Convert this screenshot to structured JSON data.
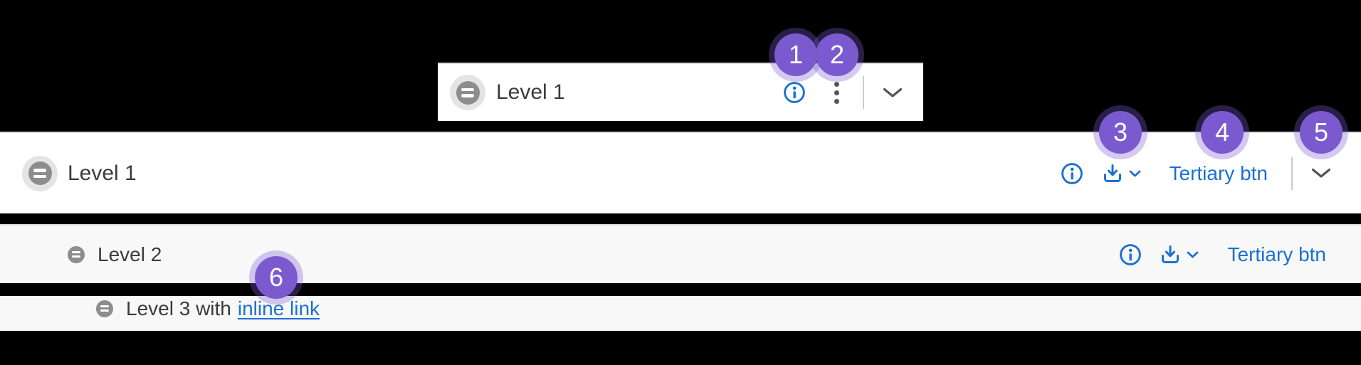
{
  "panel": {
    "title": "Level 1"
  },
  "row1": {
    "title": "Level 1",
    "tertiary_label": "Tertiary btn"
  },
  "row2": {
    "title": "Level 2",
    "tertiary_label": "Tertiary btn"
  },
  "row3": {
    "title_prefix": "Level 3 with",
    "link_label": "inline link"
  },
  "badges": {
    "n1": "1",
    "n2": "2",
    "n3": "3",
    "n4": "4",
    "n5": "5",
    "n6": "6"
  },
  "colors": {
    "accent_blue": "#1b70d1",
    "badge_purple": "#7b5ad0",
    "row_background": "#f8f8f8",
    "text": "#3b3b3b"
  }
}
